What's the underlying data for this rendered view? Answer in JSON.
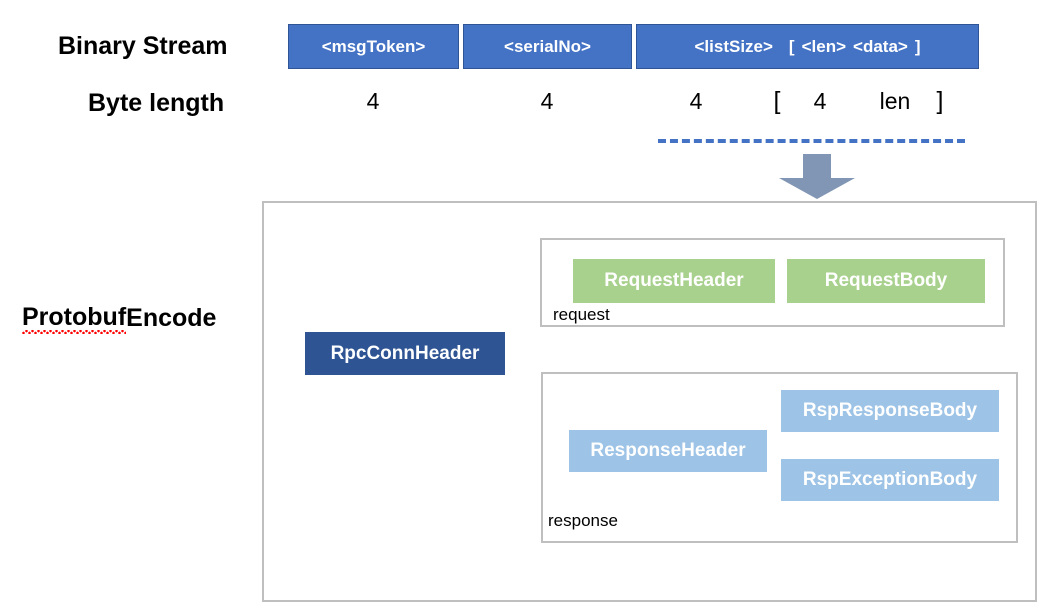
{
  "labels": {
    "binary_stream": "Binary Stream",
    "byte_length": "Byte length",
    "protobuf_encode_part1": "Protobuf",
    "protobuf_encode_part2": " Encode"
  },
  "binary_stream": {
    "fields": [
      {
        "name": "msgToken",
        "text": "<msgToken>",
        "byte_length": "4"
      },
      {
        "name": "serialNo",
        "text": "<serialNo>",
        "byte_length": "4"
      },
      {
        "name": "listSize",
        "text": "<listSize>",
        "byte_length": "4"
      }
    ],
    "list_element": {
      "listsize_text": "<listSize>",
      "bracket_open": "[",
      "len_text": "<len>",
      "data_text": "<data>",
      "bracket_close": "]",
      "len_byte_length": "4",
      "data_byte_length": "len"
    }
  },
  "protobuf": {
    "conn_header": "RpcConnHeader",
    "request": {
      "caption": "request",
      "boxes": [
        "RequestHeader",
        "RequestBody"
      ]
    },
    "response": {
      "caption": "response",
      "header_box": "ResponseHeader",
      "body_boxes": [
        "RspResponseBody",
        "RspExceptionBody"
      ]
    }
  },
  "colors": {
    "stream_box_fill": "#4472C4",
    "stream_box_border": "#2F5597",
    "conn_header_fill": "#2E5494",
    "request_box_fill": "#A9D18E",
    "response_box_fill": "#9DC3E6",
    "container_border": "#BFBFBF",
    "dashed_line": "#4472C4",
    "arrow_fill": "#8196B4",
    "spellcheck_underline": "#FF0000"
  }
}
